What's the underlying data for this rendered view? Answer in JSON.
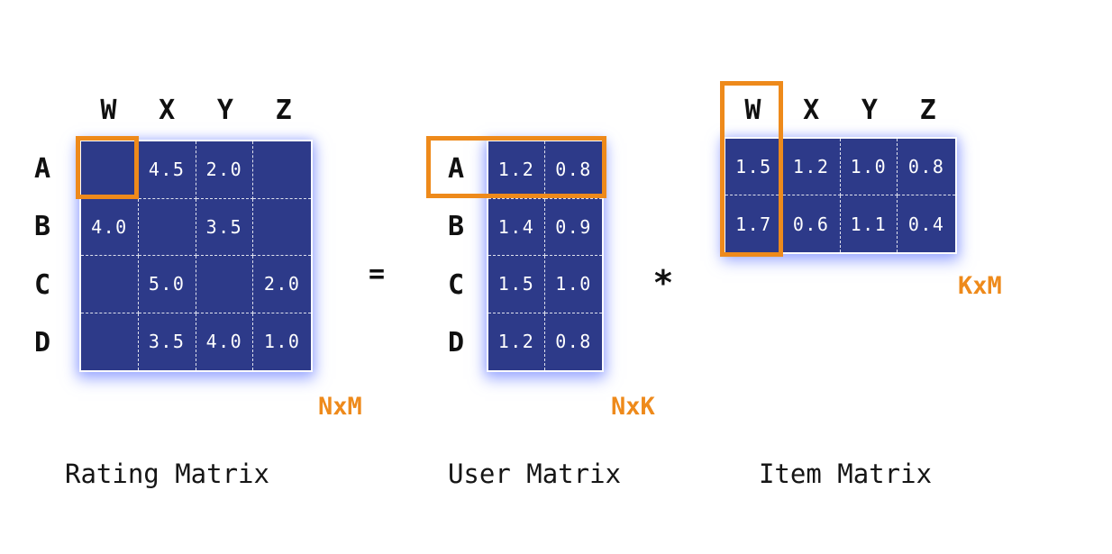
{
  "colors": {
    "matrix_blue": "#2d3a89",
    "accent_orange": "#ee8a1b",
    "grid_line": "#ffffff",
    "cell_text": "#ffffff",
    "label_text": "#111111"
  },
  "operators": {
    "equals": "=",
    "times": "*"
  },
  "rating_matrix": {
    "title": "Rating Matrix",
    "dim_label": "NxM",
    "col_headers": [
      "W",
      "X",
      "Y",
      "Z"
    ],
    "row_headers": [
      "A",
      "B",
      "C",
      "D"
    ],
    "cells": [
      [
        "",
        "4.5",
        "2.0",
        ""
      ],
      [
        "4.0",
        "",
        "3.5",
        ""
      ],
      [
        "",
        "5.0",
        "",
        "2.0"
      ],
      [
        "",
        "3.5",
        "4.0",
        "1.0"
      ]
    ],
    "highlight": "cell row A, column W"
  },
  "user_matrix": {
    "title": "User Matrix",
    "dim_label": "NxK",
    "row_headers": [
      "A",
      "B",
      "C",
      "D"
    ],
    "cells": [
      [
        "1.2",
        "0.8"
      ],
      [
        "1.4",
        "0.9"
      ],
      [
        "1.5",
        "1.0"
      ],
      [
        "1.2",
        "0.8"
      ]
    ],
    "highlight": "row A"
  },
  "item_matrix": {
    "title": "Item Matrix",
    "dim_label": "KxM",
    "col_headers": [
      "W",
      "X",
      "Y",
      "Z"
    ],
    "cells": [
      [
        "1.5",
        "1.2",
        "1.0",
        "0.8"
      ],
      [
        "1.7",
        "0.6",
        "1.1",
        "0.4"
      ]
    ],
    "highlight": "column W"
  }
}
